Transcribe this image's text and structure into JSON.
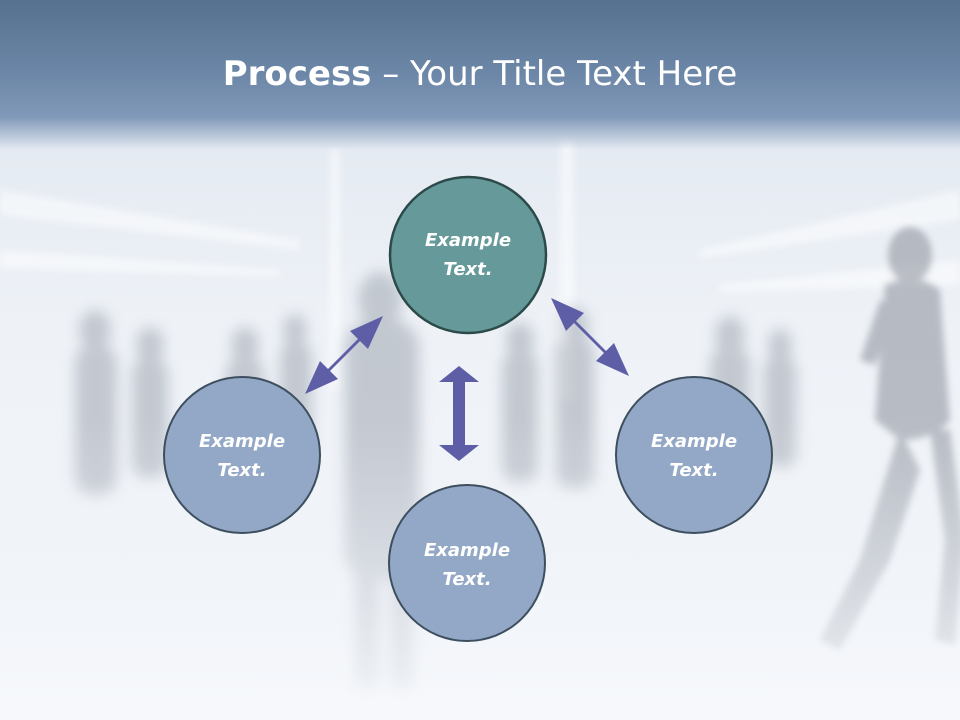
{
  "title": {
    "bold": "Process",
    "rest": " – Your Title Text Here"
  },
  "colors": {
    "header": "#6d87a8",
    "node_top": "#669a9a",
    "node_other": "#93a8c7",
    "node_border": "#3d4f5f",
    "arrow": "#5e5ea6"
  },
  "diagram": {
    "nodes": [
      {
        "line1": "Example",
        "line2": "Text."
      },
      {
        "line1": "Example",
        "line2": "Text."
      },
      {
        "line1": "Example",
        "line2": "Text."
      },
      {
        "line1": "Example",
        "line2": "Text."
      }
    ],
    "arrows": [
      "double-headed",
      "double-headed",
      "double-headed"
    ]
  }
}
